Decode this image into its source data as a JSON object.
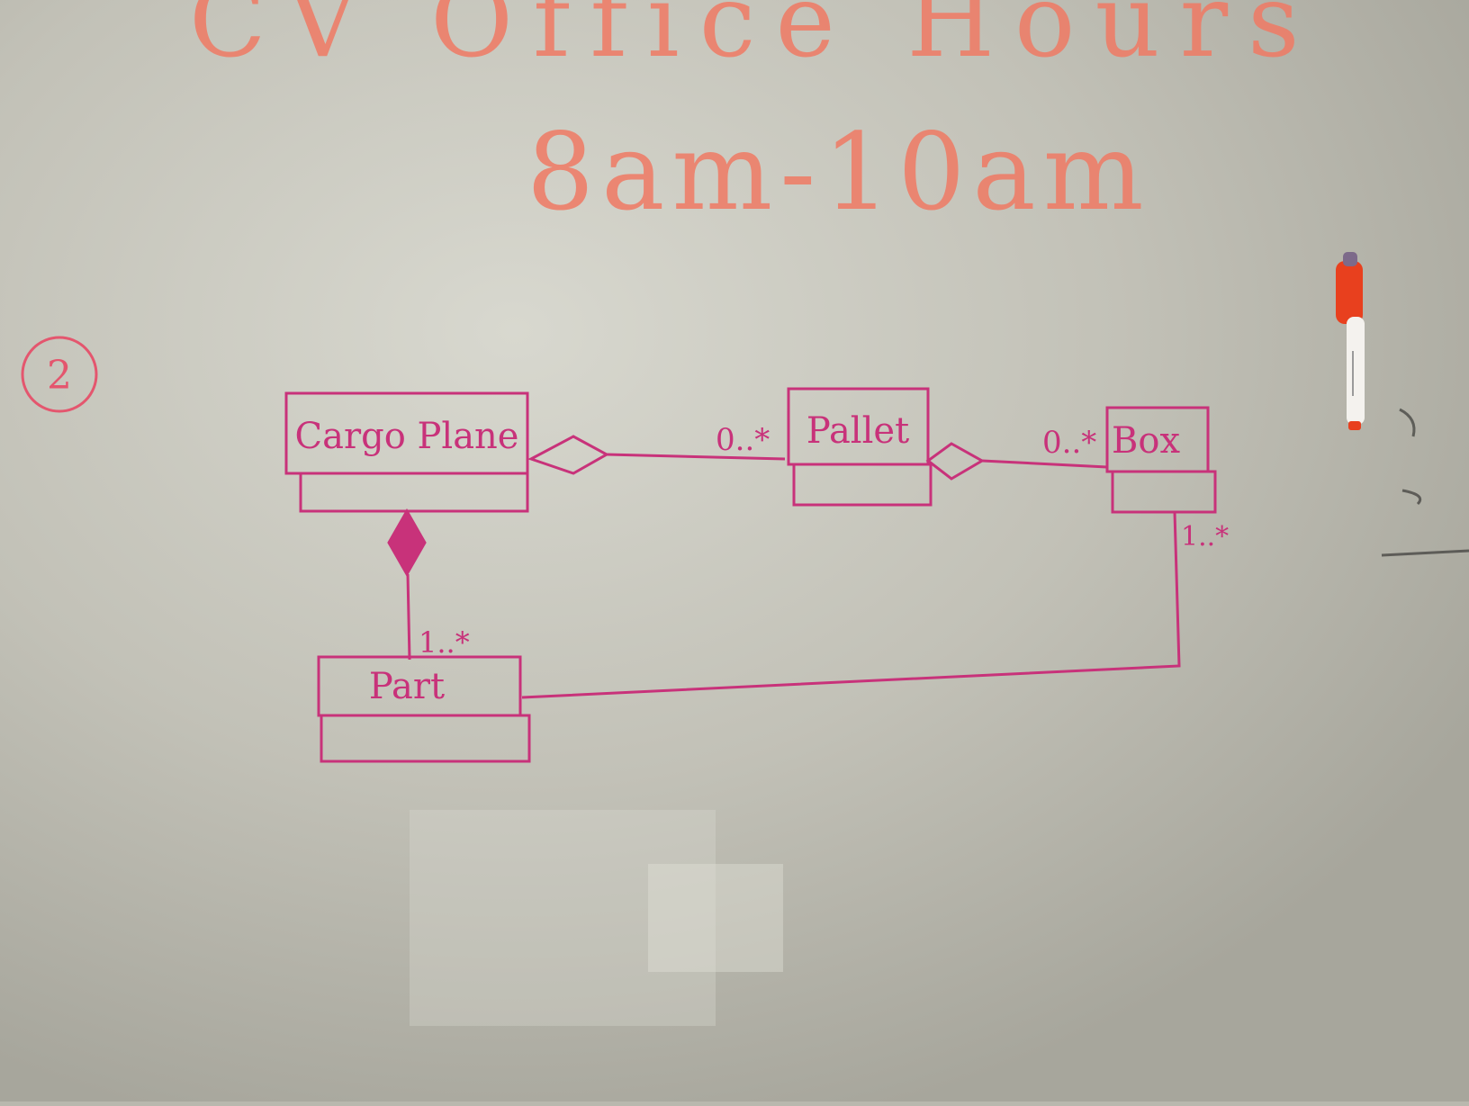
{
  "header": {
    "line1": "CV Office Hours",
    "line2": "8am-10am"
  },
  "question_number": "2",
  "classes": {
    "cargo_plane": "Cargo Plane",
    "pallet": "Pallet",
    "box": "Box",
    "part": "Part"
  },
  "multiplicities": {
    "plane_pallet": "0..*",
    "pallet_box": "0..*",
    "plane_part": "1..*",
    "box_part": "1..*"
  },
  "colors": {
    "header_ink": "#f07a64",
    "diagram_ink": "#c8327a",
    "board": "#c6c5bb",
    "marker_cap": "#e8401e"
  },
  "marker": {
    "icon": "whiteboard-marker-icon"
  }
}
